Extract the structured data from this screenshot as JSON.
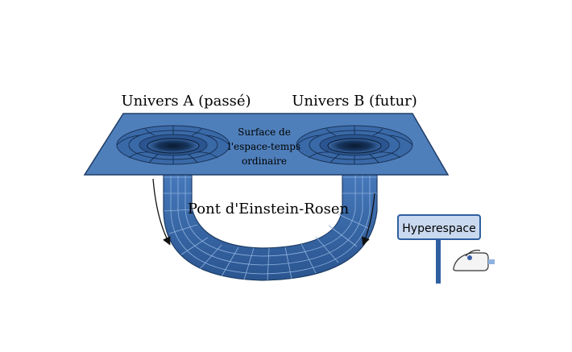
{
  "labels": {
    "universe_a": "Univers A (passé)",
    "universe_b": "Univers B (futur)",
    "surface_line1": "Surface de",
    "surface_line2": "l'espace-temps",
    "surface_line3": "ordinaire",
    "bridge": "Pont d'Einstein-Rosen",
    "hyperspace": "Hyperespace"
  },
  "colors": {
    "plane_fill": "#4f7fbb",
    "plane_stroke": "#1f3d66",
    "tube_fill": "#3e70b3",
    "tube_light": "#6f9ad2",
    "throat_dark": "#0f2747",
    "sign_fill": "#c9d9ef",
    "sign_stroke": "#2f5fa0",
    "arrow": "#111111"
  },
  "icons": {
    "iron": "iron-icon"
  }
}
